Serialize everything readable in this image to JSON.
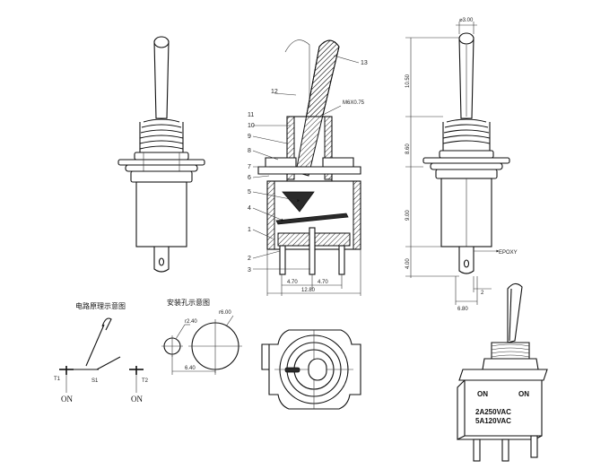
{
  "callouts": [
    "1",
    "2",
    "3",
    "4",
    "5",
    "6",
    "7",
    "8",
    "9",
    "10",
    "11",
    "12",
    "13"
  ],
  "thread_label": "M6X0.75",
  "dims_right": {
    "d_tip": "⌀3.00",
    "h_lever": "10.50",
    "h_bushing": "8.60",
    "h_body": "9.00",
    "h_terminal": "4.00",
    "w_body": "6.80",
    "w_term": "2",
    "epoxy": "EPOXY"
  },
  "dims_section": {
    "pitch_left": "4.70",
    "pitch_right": "4.70",
    "total": "12.80"
  },
  "circuit": {
    "title": "电路原理示意图",
    "t1": "T1",
    "s1": "S1",
    "t2": "T2",
    "on_left": "ON",
    "on_right": "ON"
  },
  "mounting": {
    "title": "安装孔示意图",
    "r_small": "r2.40",
    "r_large": "r6.00",
    "spacing": "6.40"
  },
  "iso": {
    "on_left": "ON",
    "on_right": "ON",
    "rating1": "2A250VAC",
    "rating2": "5A120VAC"
  },
  "colors": {
    "line": "#111111",
    "background": "#ffffff"
  }
}
